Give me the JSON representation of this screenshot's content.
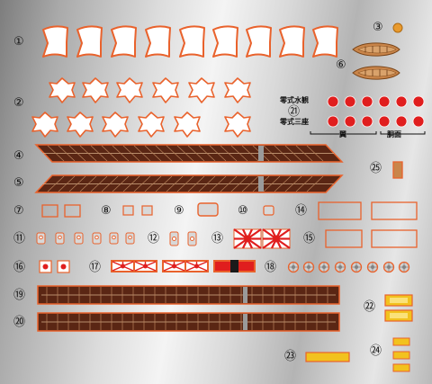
{
  "part_numbers": {
    "p1": "①",
    "p2": "②",
    "p3": "③",
    "p4": "④",
    "p5": "⑤",
    "p6": "⑥",
    "p7": "⑦",
    "p8": "⑧",
    "p9": "⑨",
    "p10": "⑩",
    "p11": "⑪",
    "p12": "⑫",
    "p13": "⑬",
    "p14": "⑭",
    "p15": "⑮",
    "p16": "⑯",
    "p17": "⑰",
    "p18": "⑱",
    "p19": "⑲",
    "p20": "⑳",
    "p21": "㉑",
    "p22": "㉒",
    "p23": "㉓",
    "p24": "㉔",
    "p25": "㉕"
  },
  "captions": {
    "type_water": "零式水観",
    "type_three": "零式三座",
    "wing_label": "翼",
    "fuselage_label": "胴面"
  },
  "colors": {
    "orange_outline": "#e9622c",
    "hinomaru_red": "#e01e1e",
    "deck_brown": "#5a2614",
    "boat_brown": "#c9854a",
    "yellow": "#f2c21e"
  }
}
